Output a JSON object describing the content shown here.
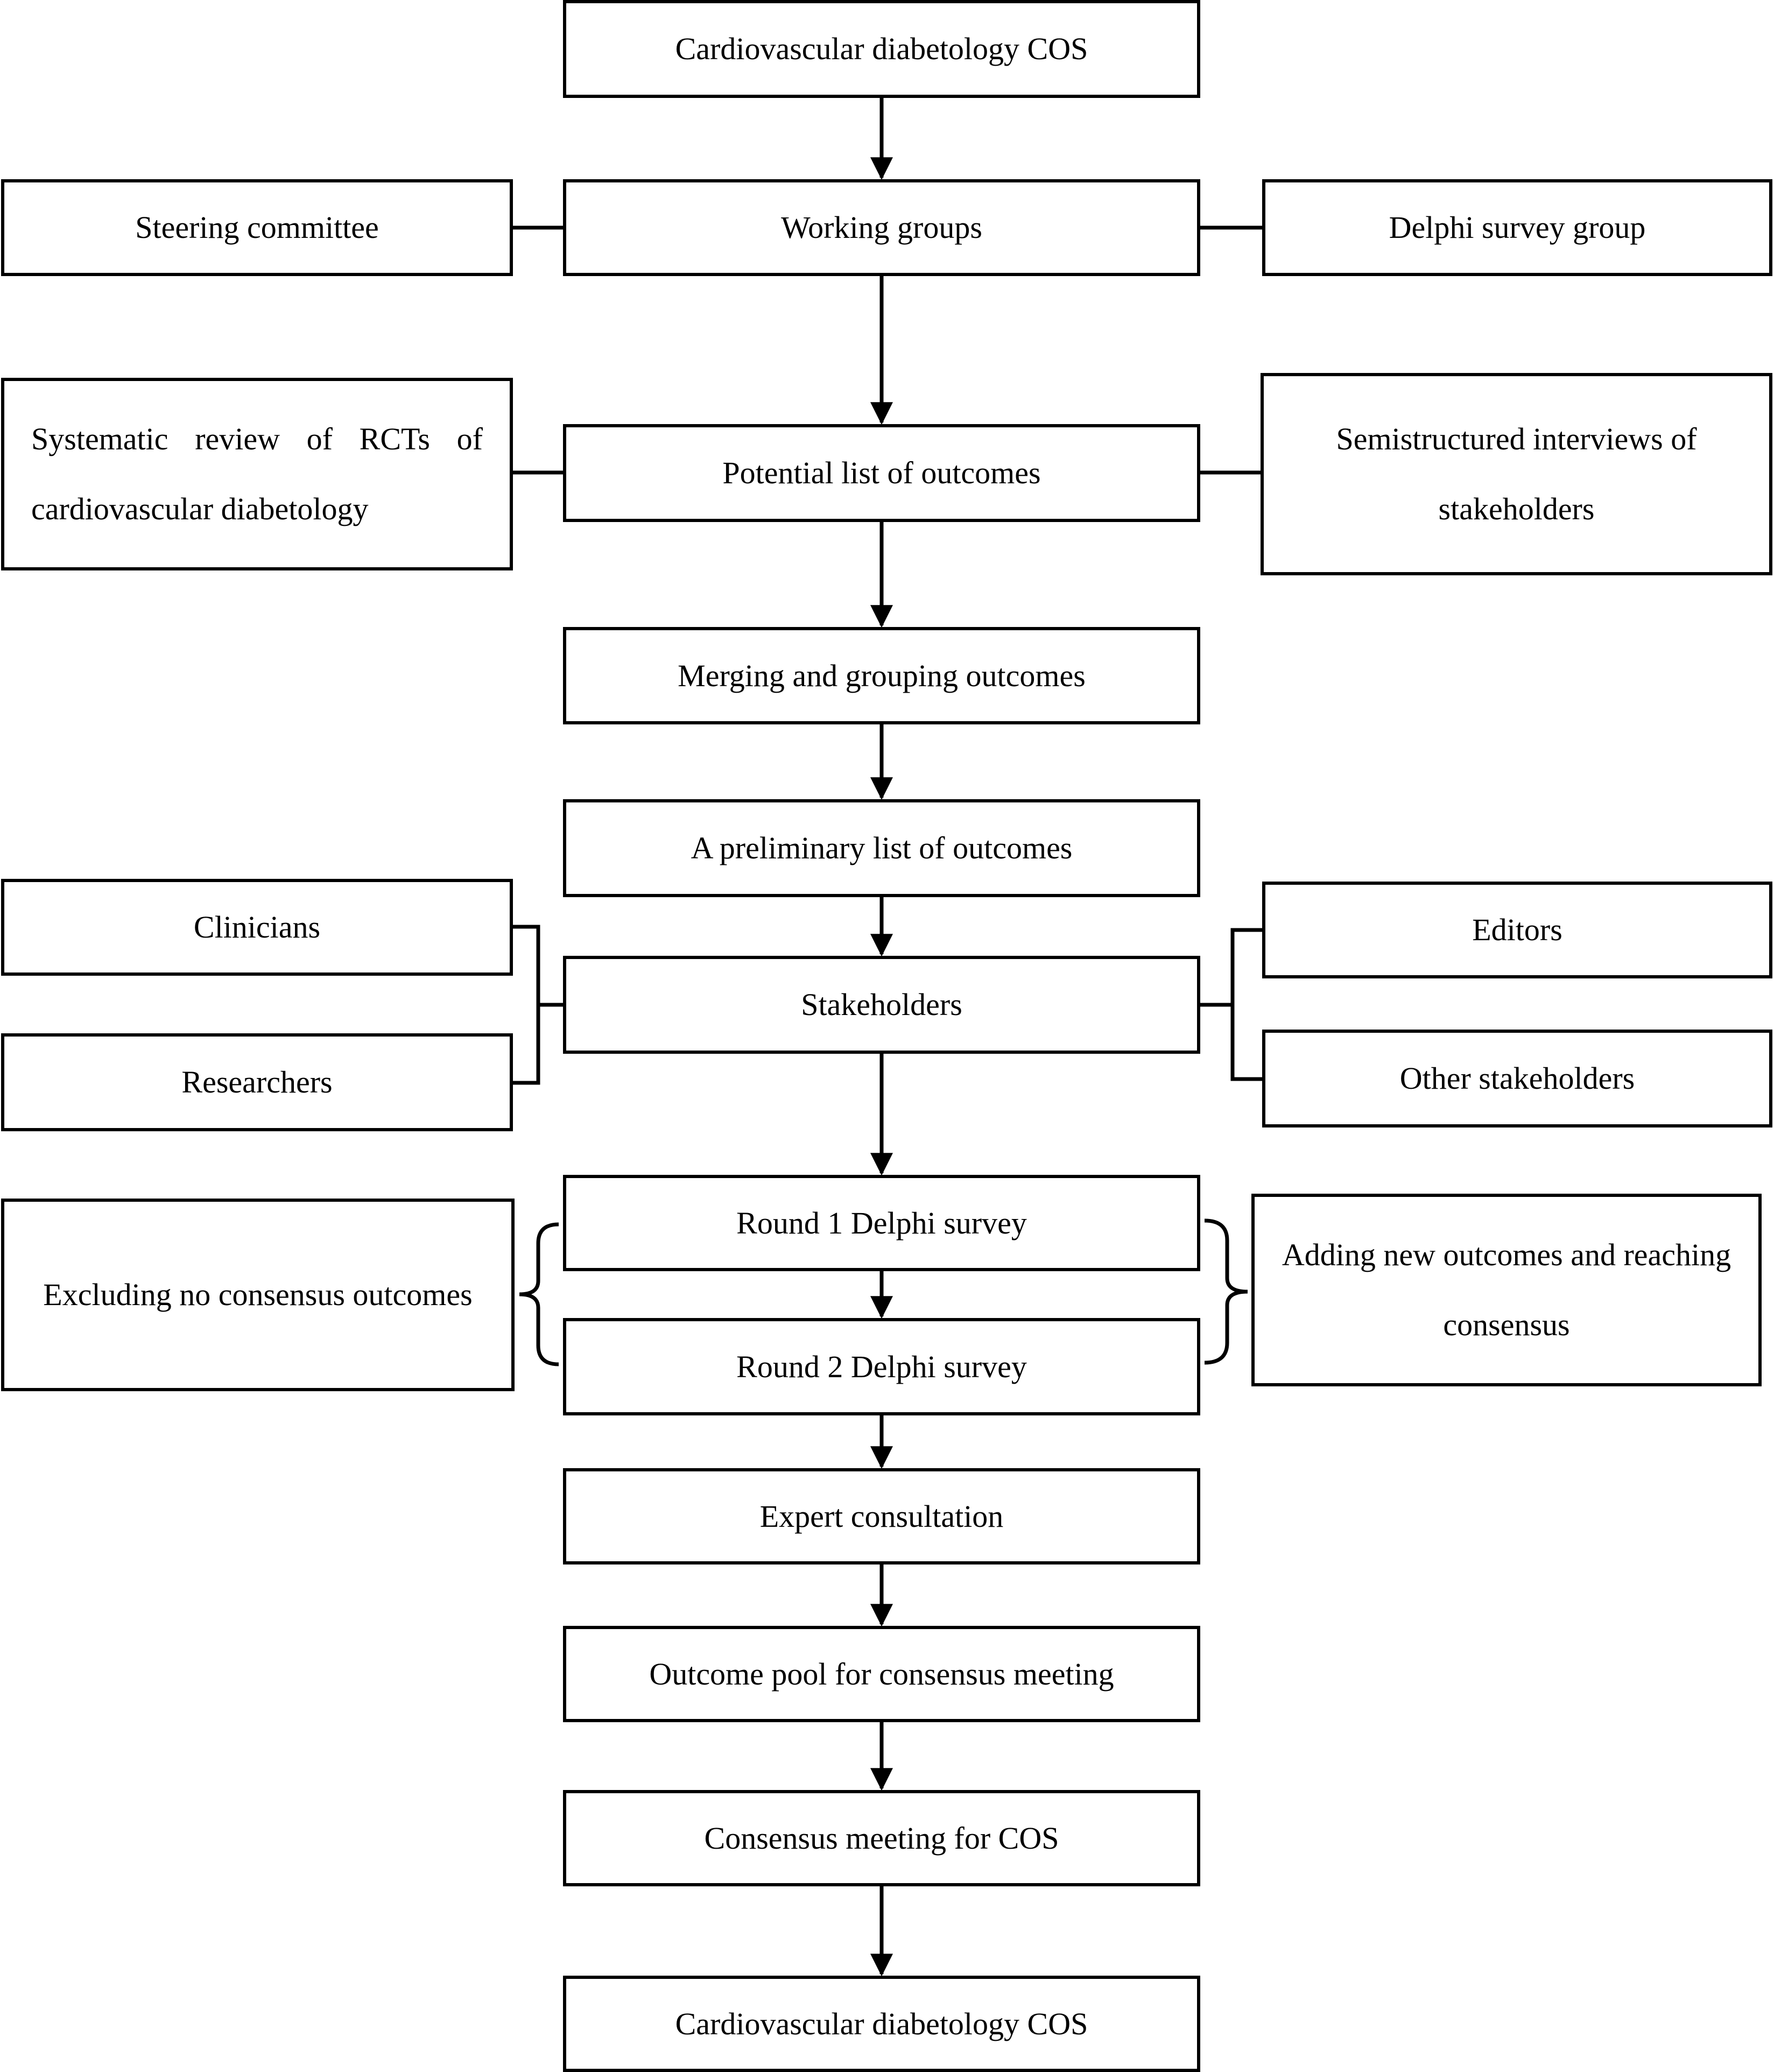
{
  "nodes": {
    "cos_top": "Cardiovascular diabetology COS",
    "steering": "Steering committee",
    "working": "Working groups",
    "delphi_group": "Delphi survey group",
    "systematic": "Systematic review of RCTs of cardiovascular diabetology",
    "potential": "Potential list of outcomes",
    "semistructured": "Semistructured interviews of stakeholders",
    "merging": "Merging and grouping outcomes",
    "preliminary": "A preliminary list of outcomes",
    "clinicians": "Clinicians",
    "stakeholders": "Stakeholders",
    "editors": "Editors",
    "researchers": "Researchers",
    "other": "Other stakeholders",
    "round1": "Round 1 Delphi survey",
    "excluding": "Excluding no consensus outcomes",
    "adding": "Adding new outcomes and reaching consensus",
    "round2": "Round 2 Delphi survey",
    "expert": "Expert consultation",
    "pool": "Outcome pool for consensus meeting",
    "meeting": "Consensus meeting for COS",
    "cos_bottom": "Cardiovascular diabetology COS"
  }
}
